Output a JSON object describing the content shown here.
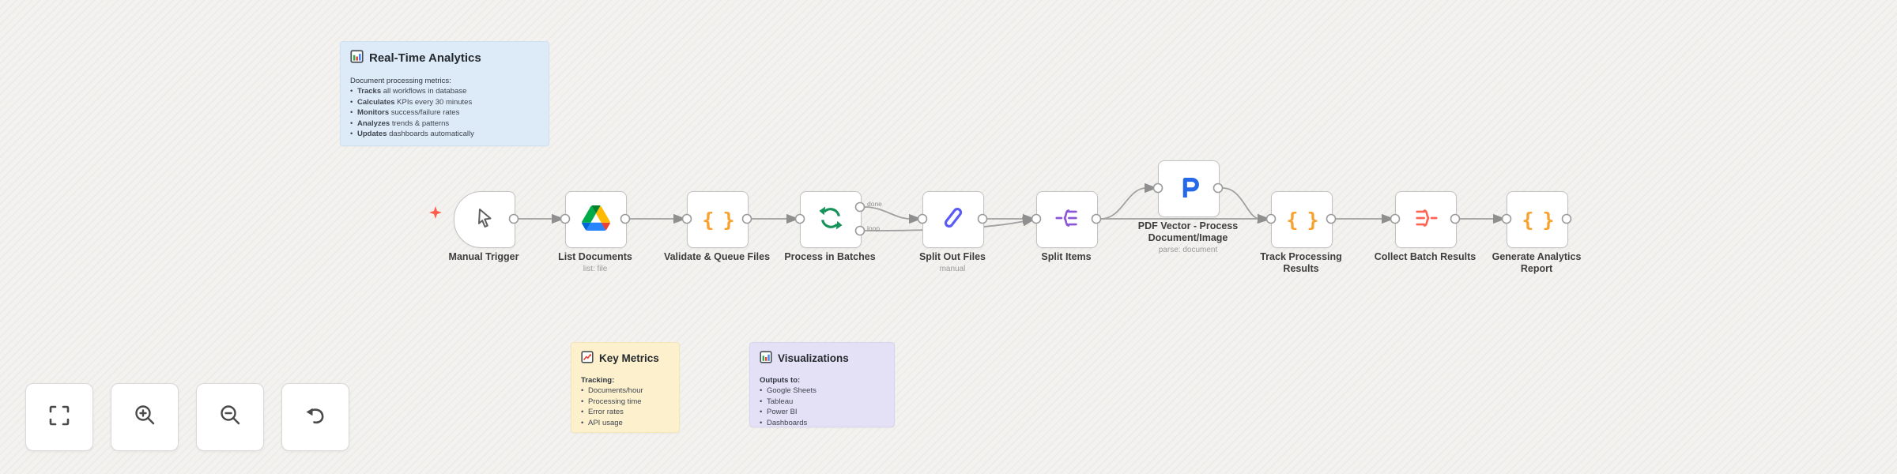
{
  "colors": {
    "canvas_bg": "#f3f2ef",
    "note_blue": "#dcebf7",
    "note_yellow": "#fdf0cd",
    "note_purple": "#e4e0f5",
    "connector": "#a0a0a0",
    "code_icon_orange": "#f8a12f",
    "loop_icon_green": "#17935a",
    "split_out_icon_blue": "#5b5bf5",
    "split_items_icon_purple": "#8a56d6",
    "aggregate_icon_red": "#ff6455",
    "pdf_vector_icon_blue": "#2569e8",
    "trigger_star_red": "#ff5c4d"
  },
  "stickies": {
    "analytics": {
      "icon": "bar-chart-icon",
      "title": "Real-Time Analytics",
      "intro": "Document processing metrics:",
      "bullets": [
        {
          "bold": "Tracks",
          "rest": " all workflows in database"
        },
        {
          "bold": "Calculates",
          "rest": " KPIs every 30 minutes"
        },
        {
          "bold": "Monitors",
          "rest": " success/failure rates"
        },
        {
          "bold": "Analyzes",
          "rest": " trends & patterns"
        },
        {
          "bold": "Updates",
          "rest": " dashboards automatically"
        }
      ]
    },
    "key_metrics": {
      "icon": "trend-chart-icon",
      "title": "Key Metrics",
      "intro": "Tracking:",
      "bullets": [
        "Documents/hour",
        "Processing time",
        "Error rates",
        "API usage"
      ]
    },
    "visualizations": {
      "icon": "bar-chart-icon",
      "title": "Visualizations",
      "intro": "Outputs to:",
      "bullets": [
        "Google Sheets",
        "Tableau",
        "Power BI",
        "Dashboards"
      ]
    }
  },
  "nodes": [
    {
      "id": "manual-trigger",
      "label": "Manual Trigger",
      "subtitle": "",
      "icon": "cursor-icon"
    },
    {
      "id": "list-documents",
      "label": "List Documents",
      "subtitle": "list: file",
      "icon": "google-drive-icon"
    },
    {
      "id": "validate-queue-files",
      "label": "Validate & Queue Files",
      "subtitle": "",
      "icon": "code-braces-icon"
    },
    {
      "id": "process-in-batches",
      "label": "Process in Batches",
      "subtitle": "",
      "icon": "loop-arrows-icon"
    },
    {
      "id": "split-out-files",
      "label": "Split Out Files",
      "subtitle": "manual",
      "icon": "split-out-icon"
    },
    {
      "id": "split-items",
      "label": "Split Items",
      "subtitle": "",
      "icon": "split-items-icon"
    },
    {
      "id": "pdf-vector",
      "label": "PDF Vector - Process Document/Image",
      "subtitle": "parse: document",
      "icon": "pdf-vector-icon"
    },
    {
      "id": "track-processing-results",
      "label": "Track Processing Results",
      "subtitle": "",
      "icon": "code-braces-icon"
    },
    {
      "id": "collect-batch-results",
      "label": "Collect Batch Results",
      "subtitle": "",
      "icon": "aggregate-icon"
    },
    {
      "id": "generate-analytics-report",
      "label": "Generate Analytics Report",
      "subtitle": "",
      "icon": "code-braces-icon"
    }
  ],
  "port_labels": {
    "done": "done",
    "loop": "loop"
  },
  "controls": [
    {
      "id": "fit-view",
      "icon": "fit-view-icon"
    },
    {
      "id": "zoom-in",
      "icon": "zoom-in-icon"
    },
    {
      "id": "zoom-out",
      "icon": "zoom-out-icon"
    },
    {
      "id": "reset-zoom",
      "icon": "undo-arrow-icon"
    }
  ]
}
